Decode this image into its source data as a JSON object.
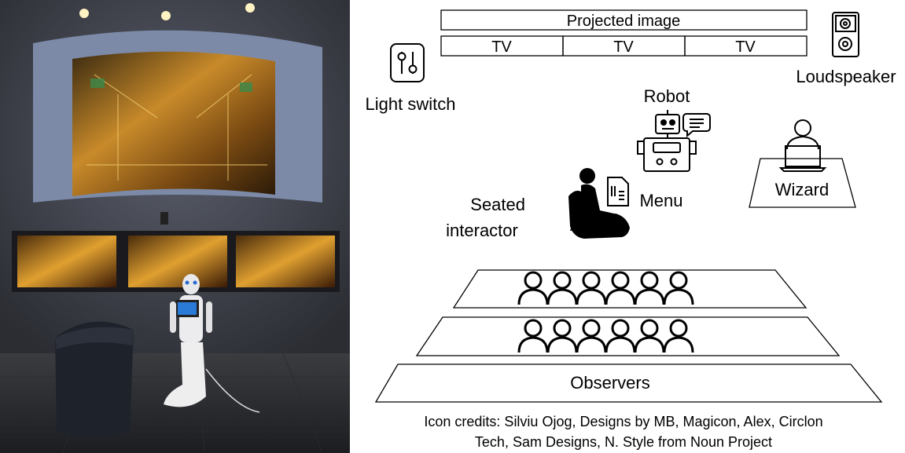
{
  "diagram": {
    "projected_image_label": "Projected image",
    "tv_labels": [
      "TV",
      "TV",
      "TV"
    ],
    "light_switch_label": "Light switch",
    "loudspeaker_label": "Loudspeaker",
    "robot_label": "Robot",
    "wizard_label": "Wizard",
    "seated_label_line1": "Seated",
    "seated_label_line2": "interactor",
    "menu_label": "Menu",
    "observers_label": "Observers",
    "credits_line1": "Icon credits: Silviu Ojog, Designs by MB, Magicon, Alex, Circlon",
    "credits_line2": "Tech, Sam Designs, N. Style from Noun Project"
  },
  "icons": [
    "light-switch-icon",
    "loudspeaker-icon",
    "robot-icon",
    "speech-bubble-icon",
    "wizard-person-icon",
    "laptop-icon",
    "seated-person-icon",
    "menu-document-icon",
    "audience-icon"
  ]
}
